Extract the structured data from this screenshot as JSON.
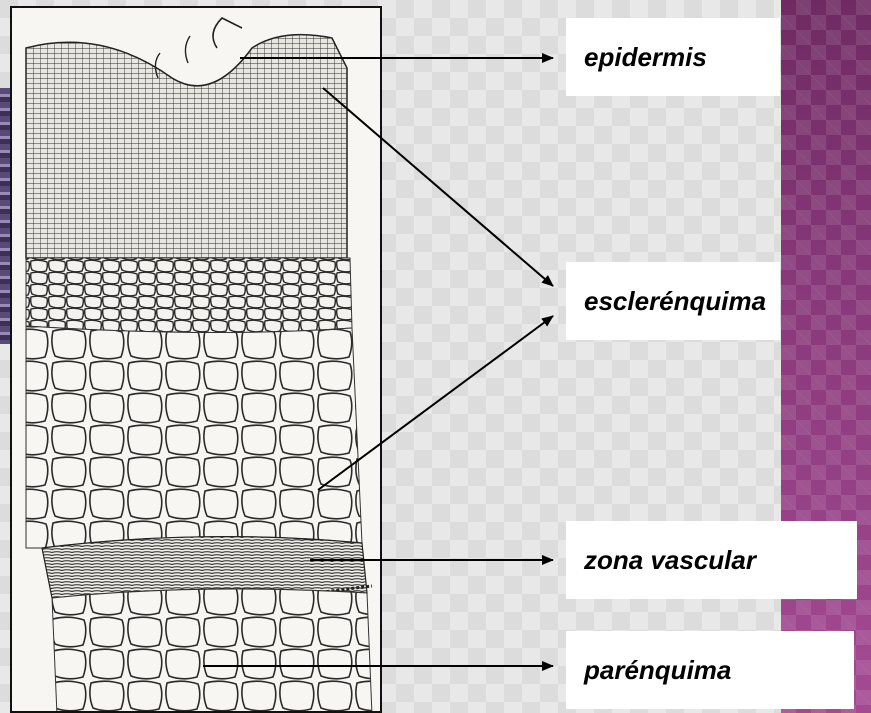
{
  "diagram": {
    "labels": {
      "epidermis": "epidermis",
      "esclerenquima": "esclerénquima",
      "zona_vascular": "zona vascular",
      "parenquima": "parénquima"
    }
  },
  "colors": {
    "slide_background": "#dcdcdc",
    "accent_band": "#8a3a7c",
    "label_background": "#ffffff",
    "ink": "#111111"
  }
}
